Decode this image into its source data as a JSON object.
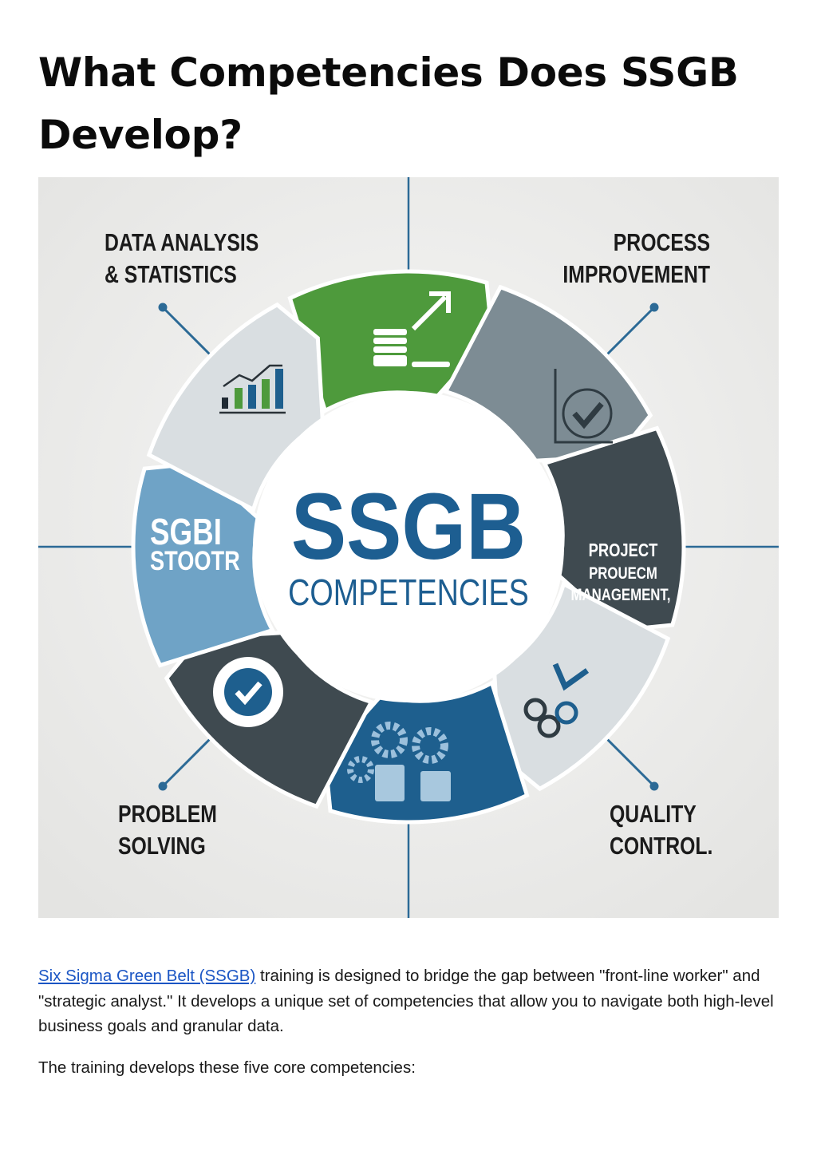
{
  "heading": "What Competencies Does SSGB Develop?",
  "infographic": {
    "center_title": "SSGB",
    "center_subtitle": "COMPETENCIES",
    "labels": {
      "data_analysis": [
        "DATA ANALYSIS",
        "& STATISTICS"
      ],
      "process_improvement": [
        "PROCESS",
        "IMPROVEMENT"
      ],
      "problem_solving": [
        "PROBLEM",
        "SOLVING"
      ],
      "quality_control": [
        "QUALITY",
        "CONTROL."
      ]
    },
    "segment_left_text": [
      "SGBI",
      "STOOTR"
    ],
    "segment_right_text": [
      "PROJECT",
      "PROUECM",
      "MANAGEMENT,"
    ],
    "colors": {
      "green": "#4e9a3c",
      "gray": "#7d8c94",
      "dark": "#3f4a50",
      "light": "#d9dee1",
      "blue": "#1e5f8e",
      "lightblue": "#6fa3c6",
      "accent_line": "#2c6a96",
      "text_blue": "#1d5e91"
    }
  },
  "body": {
    "link_text": "Six Sigma Green Belt (SSGB)",
    "paragraph1_rest": " training is designed to bridge the gap between \"front-line worker\" and \"strategic analyst.\" It develops a unique set of competencies that allow you to navigate both high-level business goals and granular data.",
    "paragraph2": "The training develops these five core competencies:"
  }
}
